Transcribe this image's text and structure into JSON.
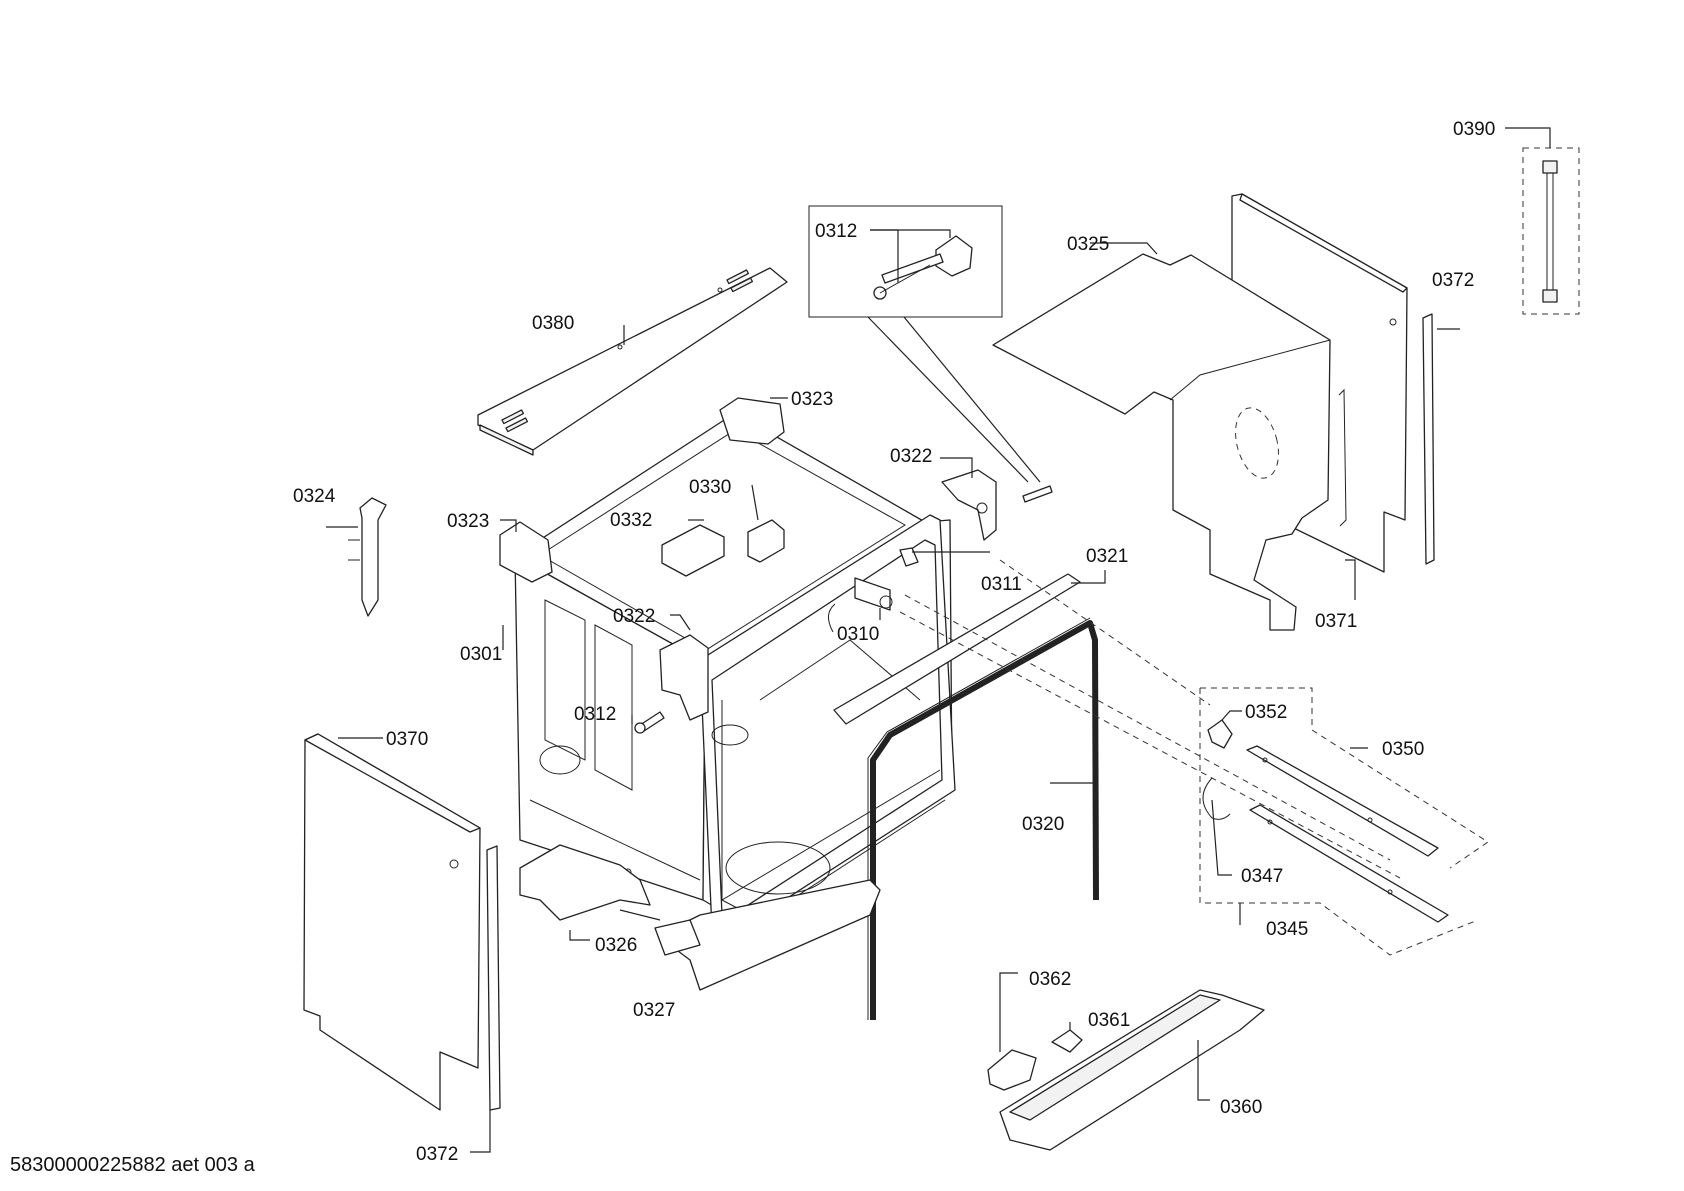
{
  "diagram": {
    "callouts": {
      "c0390": "0390",
      "c0372_top": "0372",
      "c0325": "0325",
      "c0371": "0371",
      "c0312_inset": "0312",
      "c0380": "0380",
      "c0323_top": "0323",
      "c0323_left": "0323",
      "c0322_right": "0322",
      "c0322_left": "0322",
      "c0330": "0330",
      "c0332": "0332",
      "c0324": "0324",
      "c0301": "0301",
      "c0311": "0311",
      "c0310": "0310",
      "c0321": "0321",
      "c0312_body": "0312",
      "c0370": "0370",
      "c0320": "0320",
      "c0352": "0352",
      "c0350": "0350",
      "c0347": "0347",
      "c0345": "0345",
      "c0326": "0326",
      "c0327": "0327",
      "c0362": "0362",
      "c0361": "0361",
      "c0360": "0360",
      "c0372_bottom": "0372"
    },
    "document_id": "58300000225882 aet 003 a"
  }
}
